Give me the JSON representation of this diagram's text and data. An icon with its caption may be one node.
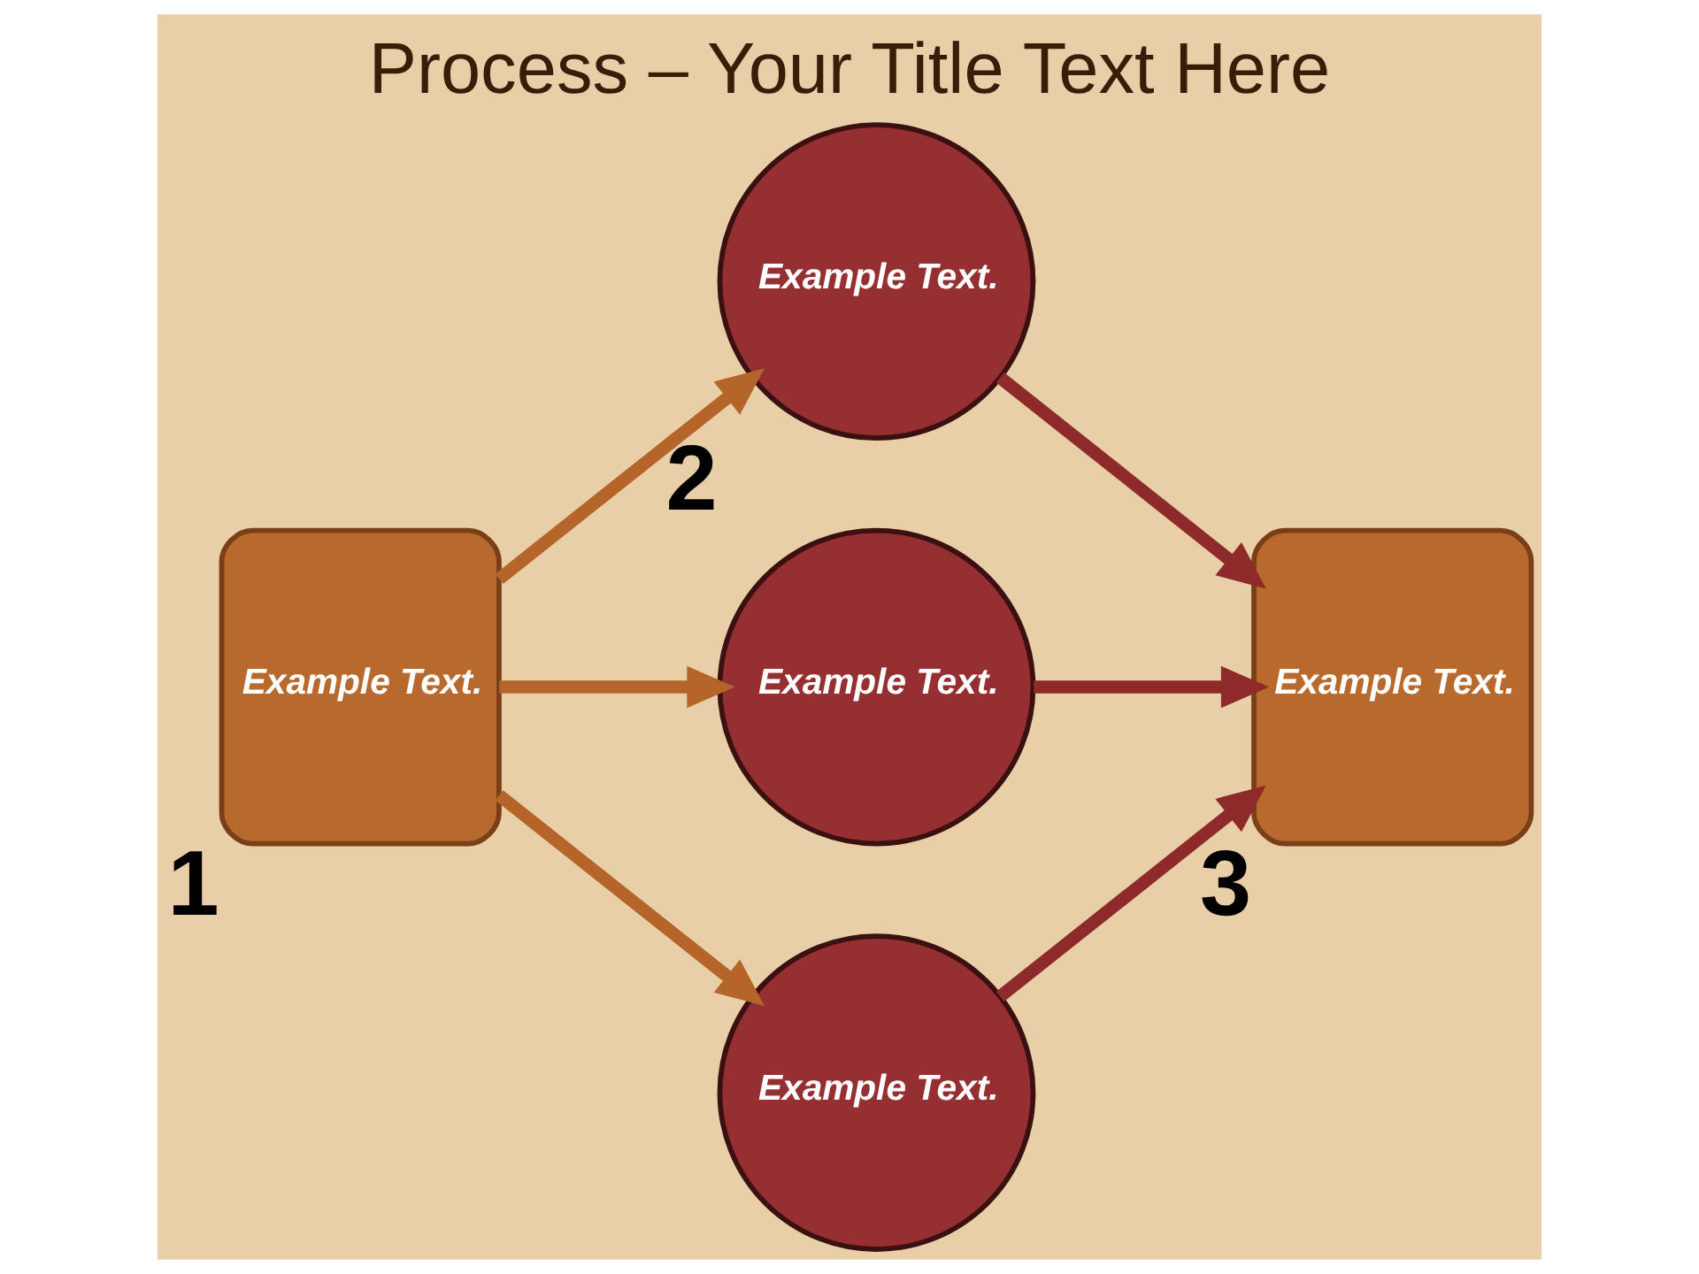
{
  "diagram": {
    "title": "Process – Your Title Text Here",
    "nodes": [
      {
        "text": [
          "Example Text."
        ],
        "beside": [
          "1"
        ]
      },
      {
        "text": [
          "Example Text."
        ],
        "beside": [
          "2"
        ]
      },
      {
        "text": [
          "Example Text."
        ]
      },
      {
        "text": [
          "Example Text."
        ]
      },
      {
        "text": [
          "Example Text."
        ],
        "beside": [
          "3"
        ]
      }
    ],
    "edges": [
      {
        "from": 0,
        "to": 1,
        "arrow": "to",
        "color": "#b5652a"
      },
      {
        "from": 0,
        "to": 2,
        "arrow": "to",
        "color": "#b5652a"
      },
      {
        "from": 0,
        "to": 3,
        "arrow": "to",
        "color": "#b5652a"
      },
      {
        "from": 1,
        "to": 4,
        "arrow": "to",
        "color": "#8e2a2a"
      },
      {
        "from": 2,
        "to": 4,
        "arrow": "to",
        "color": "#8e2a2a"
      },
      {
        "from": 3,
        "to": 4,
        "arrow": "to",
        "color": "#8e2a2a"
      }
    ]
  }
}
